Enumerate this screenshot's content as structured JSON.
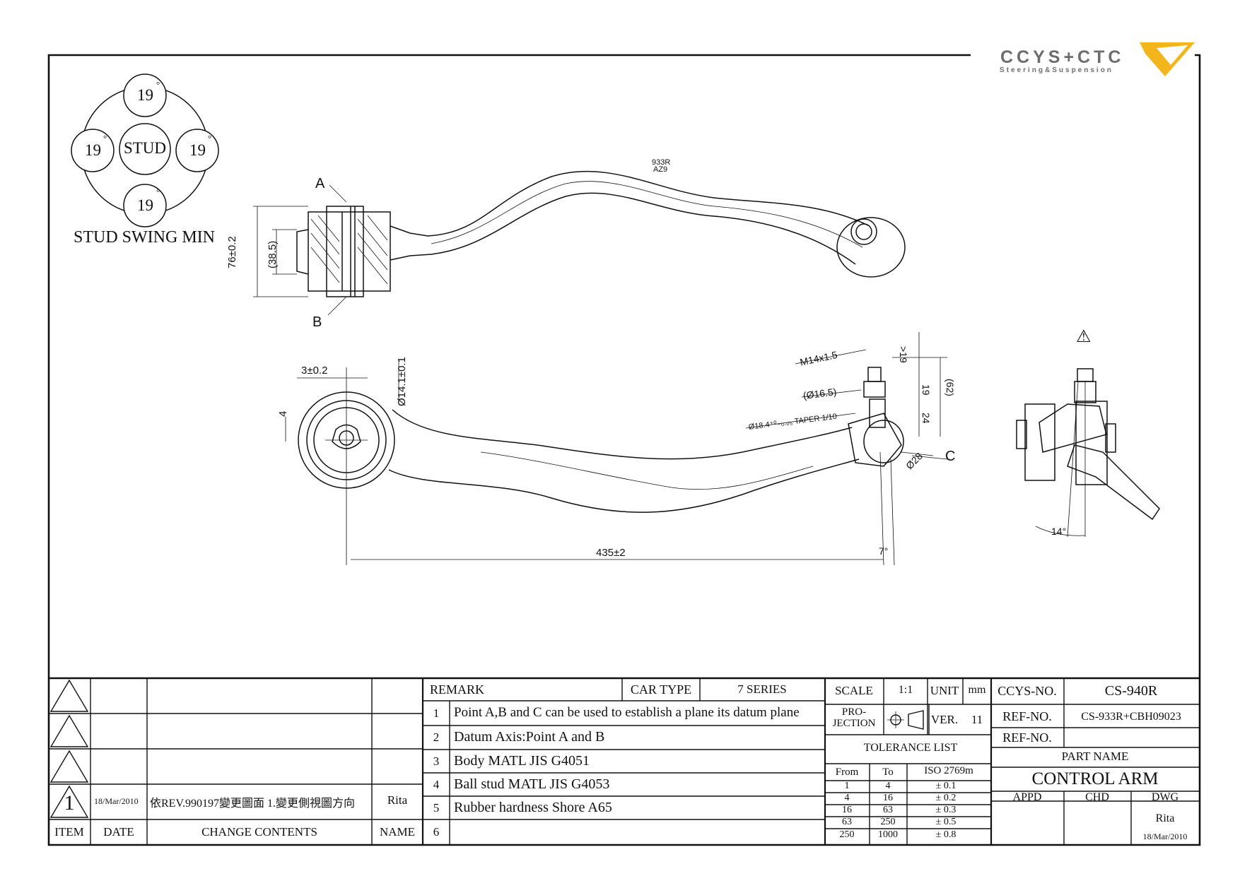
{
  "logo": {
    "brand": "CCYS+CTC",
    "tagline": "Steering&Suspension"
  },
  "swing": {
    "top": "19",
    "left": "19",
    "right": "19",
    "bottom": "19",
    "center": "STUD",
    "deg": "°",
    "caption": "STUD SWING MIN"
  },
  "top_view": {
    "label_a": "A",
    "label_b": "B",
    "dim_height": "76±0.2",
    "dim_inner": "(38.5)",
    "mark1": "933R",
    "mark2": "AZ9"
  },
  "front_view": {
    "dim_thick": "3±0.2",
    "dim_4": "4",
    "dim_bore": "Ø14.1±0.1",
    "dim_thread": "M14x1.5",
    "dim_165": "(Ø16.5)",
    "dim_taper": "Ø18.4⁺⁰₋₀.₀₅ TAPER 1/10",
    "dim_19a": ">19",
    "dim_19b": "19",
    "dim_62": "(62)",
    "dim_24": "24",
    "dim_28": "Ø28",
    "label_c": "C",
    "dim_len": "435±2",
    "angle_7": "7°"
  },
  "side_view": {
    "warn": "⚠",
    "angle_14": "14°"
  },
  "revisions": {
    "rows": [
      {
        "item": "",
        "date": "",
        "content": "",
        "name": ""
      },
      {
        "item": "",
        "date": "",
        "content": "",
        "name": ""
      },
      {
        "item": "",
        "date": "",
        "content": "",
        "name": ""
      },
      {
        "item": "1",
        "date": "18/Mar/2010",
        "content": "依REV.990197變更圖面 1.變更側視圖方向",
        "name": "Rita"
      }
    ],
    "hdr_item": "ITEM",
    "hdr_date": "DATE",
    "hdr_content": "CHANGE CONTENTS",
    "hdr_name": "NAME"
  },
  "remark": {
    "title": "REMARK",
    "car_type_label": "CAR TYPE",
    "car_type": "7 SERIES",
    "items": [
      {
        "n": "1",
        "text": "Point A,B and C can be used to establish a plane its datum plane"
      },
      {
        "n": "2",
        "text": "Datum Axis:Point A and B"
      },
      {
        "n": "3",
        "text": "Body MATL JIS G4051"
      },
      {
        "n": "4",
        "text": "Ball stud MATL JIS G4053"
      },
      {
        "n": "5",
        "text": "Rubber hardness Shore A65"
      },
      {
        "n": "6",
        "text": ""
      }
    ]
  },
  "spec": {
    "scale_label": "SCALE",
    "scale": "1:1",
    "unit_label": "UNIT",
    "unit": "mm",
    "proj_label1": "PRO-",
    "proj_label2": "JECTION",
    "ver_label": "VER.",
    "ver": "11",
    "tol_title": "TOLERANCE LIST",
    "tol_from": "From",
    "tol_to": "To",
    "tol_std": "ISO 2769m",
    "tol_rows": [
      {
        "from": "1",
        "to": "4",
        "tol": "± 0.1"
      },
      {
        "from": "4",
        "to": "16",
        "tol": "± 0.2"
      },
      {
        "from": "16",
        "to": "63",
        "tol": "± 0.3"
      },
      {
        "from": "63",
        "to": "250",
        "tol": "± 0.5"
      },
      {
        "from": "250",
        "to": "1000",
        "tol": "± 0.8"
      }
    ]
  },
  "title_block": {
    "ccys_label": "CCYS-NO.",
    "ccys": "CS-940R",
    "ref_label": "REF-NO.",
    "ref": "CS-933R+CBH09023",
    "ref2_label": "REF-NO.",
    "ref2": "",
    "part_name_label": "PART NAME",
    "part_name": "CONTROL ARM",
    "appd": "APPD",
    "chd": "CHD",
    "dwg": "DWG",
    "drawer": "Rita",
    "date": "18/Mar/2010"
  }
}
